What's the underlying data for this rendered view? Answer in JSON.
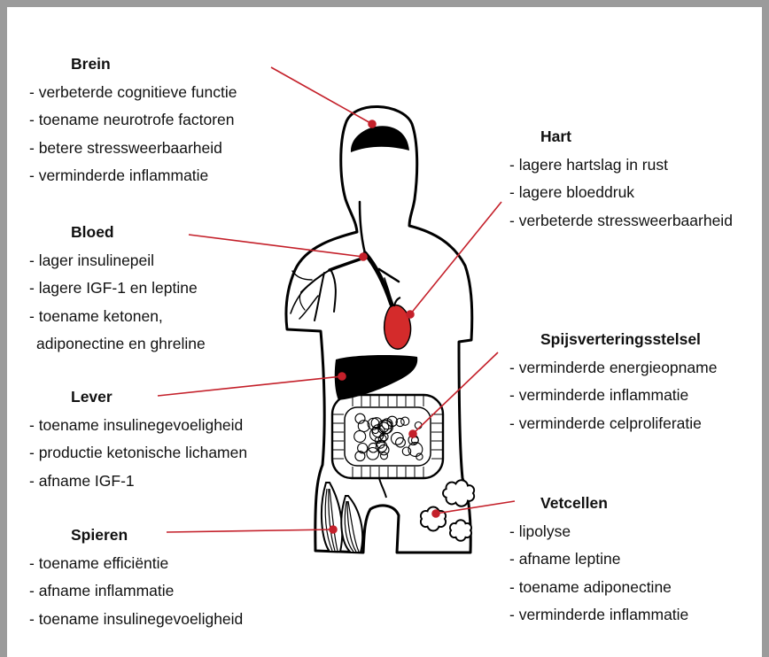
{
  "colors": {
    "line": "#c4202a",
    "heart": "#d42b2b",
    "frame": "#9b9b9b",
    "organ": "#000000"
  },
  "labels": {
    "brein": {
      "title": "Brein",
      "items": [
        "- verbeterde cognitieve functie",
        "- toename neurotrofe factoren",
        "- betere stressweerbaarheid",
        "- verminderde inflammatie"
      ]
    },
    "bloed": {
      "title": "Bloed",
      "items": [
        "- lager insulinepeil",
        "- lagere IGF-1 en leptine",
        "- toename ketonen,",
        "adiponectine en ghreline"
      ]
    },
    "lever": {
      "title": "Lever",
      "items": [
        "- toename insulinegevoeligheid",
        "- productie ketonische lichamen",
        "- afname IGF-1"
      ]
    },
    "spieren": {
      "title": "Spieren",
      "items": [
        "- toename efficiëntie",
        "- afname inflammatie",
        "- toename insulinegevoeligheid"
      ]
    },
    "hart": {
      "title": "Hart",
      "items": [
        "- lagere hartslag in rust",
        "- lagere bloeddruk",
        "- verbeterde stressweerbaarheid"
      ]
    },
    "spijsvertering": {
      "title": "Spijsverteringsstelsel",
      "items": [
        "- verminderde energieopname",
        "- verminderde inflammatie",
        "- verminderde celproliferatie"
      ]
    },
    "vetcellen": {
      "title": "Vetcellen",
      "items": [
        "- lipolyse",
        "- afname leptine",
        "- toename adiponectine",
        "- verminderde inflammatie"
      ]
    }
  }
}
